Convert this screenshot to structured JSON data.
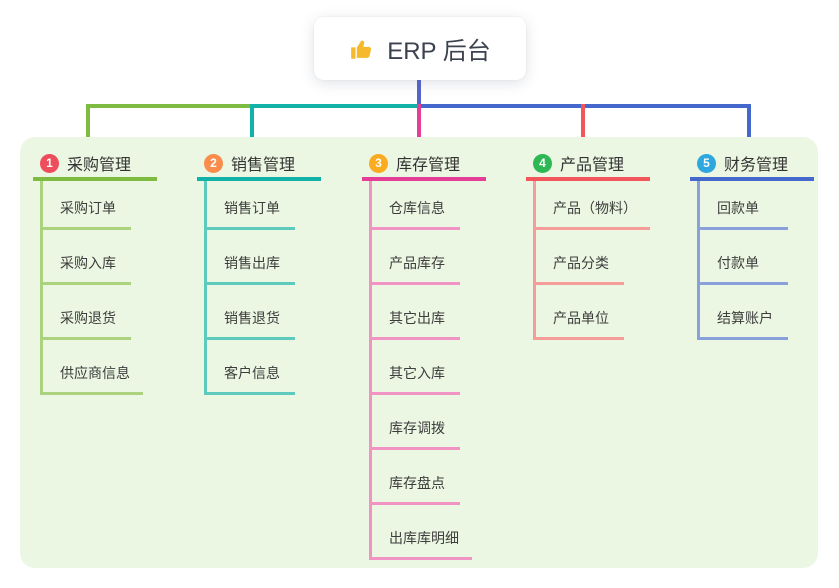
{
  "root": {
    "icon": "thumbs-up-icon",
    "label": "ERP 后台"
  },
  "branches": [
    {
      "num": "1",
      "label": "采购管理",
      "children": [
        "采购订单",
        "采购入库",
        "采购退货",
        "供应商信息"
      ],
      "badge_color": "#ee4d5c",
      "line_color": "#7dbb41",
      "child_line_color": "#abd37f"
    },
    {
      "num": "2",
      "label": "销售管理",
      "children": [
        "销售订单",
        "销售出库",
        "销售退货",
        "客户信息"
      ],
      "badge_color": "#fa8d4b",
      "line_color": "#13b2a9",
      "child_line_color": "#5ec9bd"
    },
    {
      "num": "3",
      "label": "库存管理",
      "children": [
        "仓库信息",
        "产品库存",
        "其它出库",
        "其它入库",
        "库存调拨",
        "库存盘点",
        "出库库明细"
      ],
      "badge_color": "#fbab1f",
      "line_color": "#e53e97",
      "child_line_color": "#f094c4"
    },
    {
      "num": "4",
      "label": "产品管理",
      "children": [
        "产品（物料）",
        "产品分类",
        "产品单位"
      ],
      "badge_color": "#2db854",
      "line_color": "#f2555a",
      "child_line_color": "#f79d99"
    },
    {
      "num": "5",
      "label": "财务管理",
      "children": [
        "回款单",
        "付款单",
        "结算账户"
      ],
      "badge_color": "#2da7dd",
      "line_color": "#4468cb",
      "child_line_color": "#88a0dc"
    }
  ],
  "palette": {
    "canvas_bg": "#ffffff",
    "container_bg": "#ebf7e3",
    "trunk_color": "#5365c6",
    "thumb_color": "#f7b92c",
    "root_text_color": "#3c4150"
  }
}
